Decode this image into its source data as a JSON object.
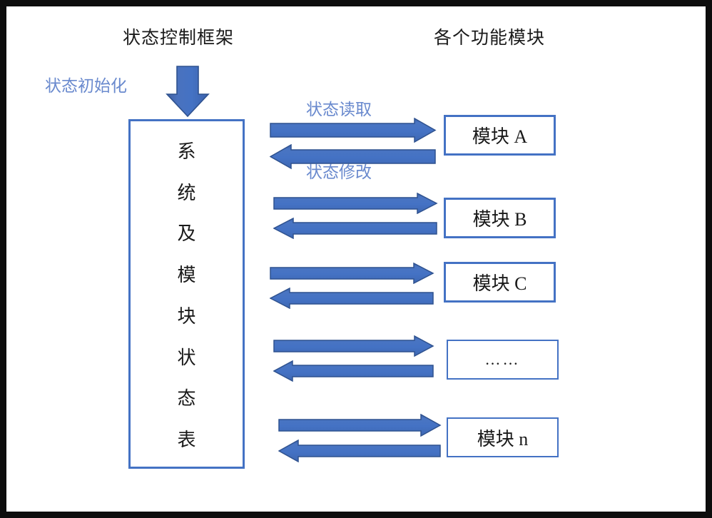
{
  "diagram": {
    "title_left": "状态控制框架",
    "title_right": "各个功能模块",
    "labels": {
      "initialization": "状态初始化",
      "state_read": "状态读取",
      "state_write": "状态修改"
    },
    "state_table": {
      "text": "系统及模块状态表",
      "chars": [
        "系",
        "统",
        "及",
        "模",
        "块",
        "状",
        "态",
        "表"
      ]
    },
    "modules": [
      {
        "id": "a",
        "label": "模块 A"
      },
      {
        "id": "b",
        "label": "模块 B"
      },
      {
        "id": "c",
        "label": "模块 C"
      },
      {
        "id": "ellipsis",
        "label": "……"
      },
      {
        "id": "n",
        "label": "模块 n"
      }
    ],
    "icons": {
      "down_arrow": "arrow-down-icon",
      "right_arrow": "arrow-right-icon",
      "left_arrow": "arrow-left-icon"
    },
    "colors": {
      "accent_blue": "#4472C4",
      "arrow_fill": "#4472C4",
      "arrow_stroke": "#2F528F",
      "label_blue": "#6A8ACE",
      "frame_black": "#0D0D0D",
      "text_black": "#1A1A1A",
      "background": "#FFFFFF"
    }
  }
}
